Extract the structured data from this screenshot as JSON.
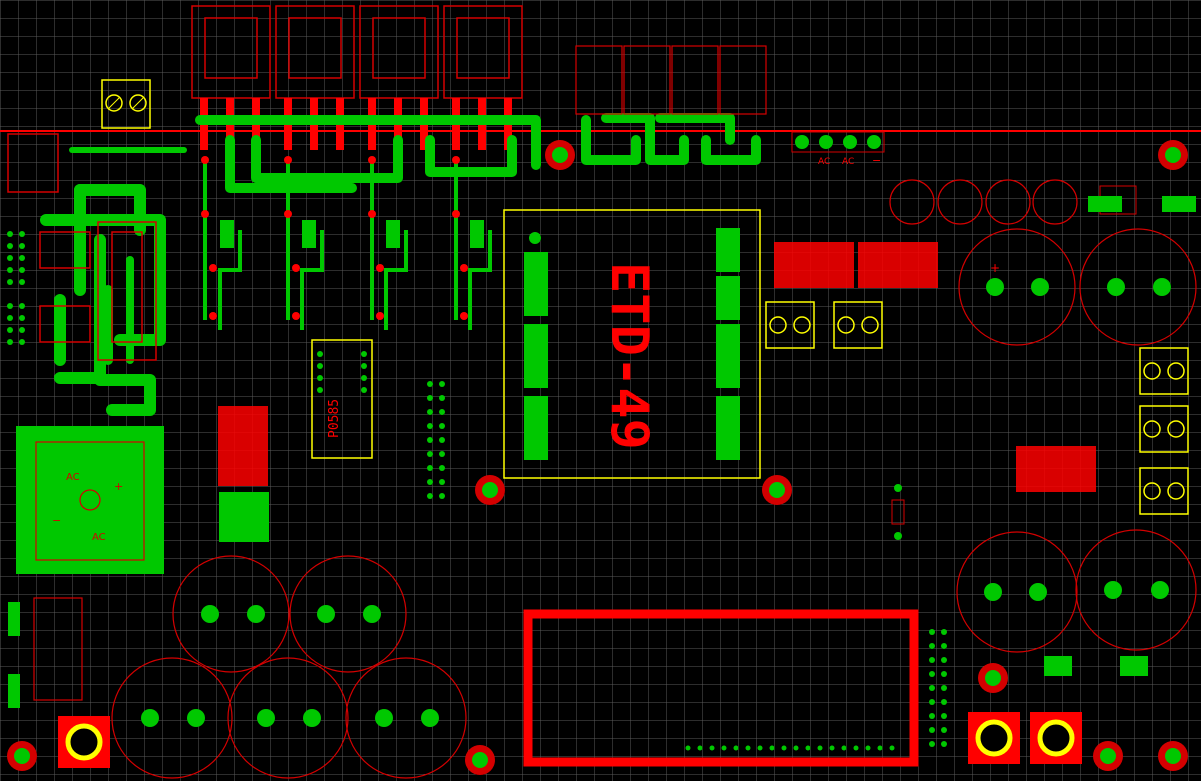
{
  "diagram": {
    "type": "pcb-layout",
    "colors": {
      "background": "#000000",
      "grid": "#5a5a5a",
      "copper_top": "#ff0000",
      "copper_bottom": "#00c800",
      "silk": "#ffff00",
      "outline": "#d40000"
    },
    "labels": {
      "transformer": "ETD-49",
      "ic": "P0585",
      "ac_1": "AC",
      "ac_2": "AC",
      "ac_3": "AC",
      "ac_4": "AC",
      "minus_1": "−",
      "minus_2": "−",
      "plus_1": "+",
      "plus_2": "+"
    }
  }
}
